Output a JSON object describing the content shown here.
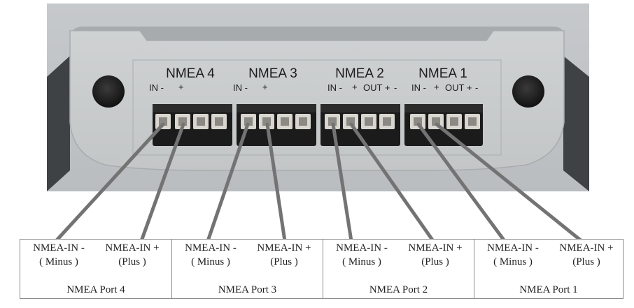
{
  "panel": {
    "headers": [
      "NMEA 4",
      "NMEA 3",
      "NMEA 2",
      "NMEA 1"
    ],
    "pin_labels": [
      [
        "IN -",
        "+"
      ],
      [
        "IN -",
        "+"
      ],
      [
        "IN -",
        "+",
        "OUT +",
        "-"
      ],
      [
        "IN -",
        "+",
        "OUT +",
        "-"
      ]
    ]
  },
  "ports": [
    {
      "minus_line1": "NMEA-IN -",
      "minus_line2": "( Minus )",
      "plus_line1": "NMEA-IN +",
      "plus_line2": "(Plus )",
      "name": "NMEA Port 4"
    },
    {
      "minus_line1": "NMEA-IN -",
      "minus_line2": "( Minus )",
      "plus_line1": "NMEA-IN +",
      "plus_line2": "(Plus )",
      "name": "NMEA Port 3"
    },
    {
      "minus_line1": "NMEA-IN -",
      "minus_line2": "( Minus )",
      "plus_line1": "NMEA-IN +",
      "plus_line2": "(Plus )",
      "name": "NMEA Port 2"
    },
    {
      "minus_line1": "NMEA-IN -",
      "minus_line2": "( Minus )",
      "plus_line1": "NMEA-IN +",
      "plus_line2": "(Plus )",
      "name": "NMEA Port 1"
    }
  ],
  "colors": {
    "background": "#bfc2c4",
    "housing": "#9fa4a7",
    "panel": "#c9cccd",
    "connector": "#1a1a1a",
    "leader_line": "#737373"
  }
}
